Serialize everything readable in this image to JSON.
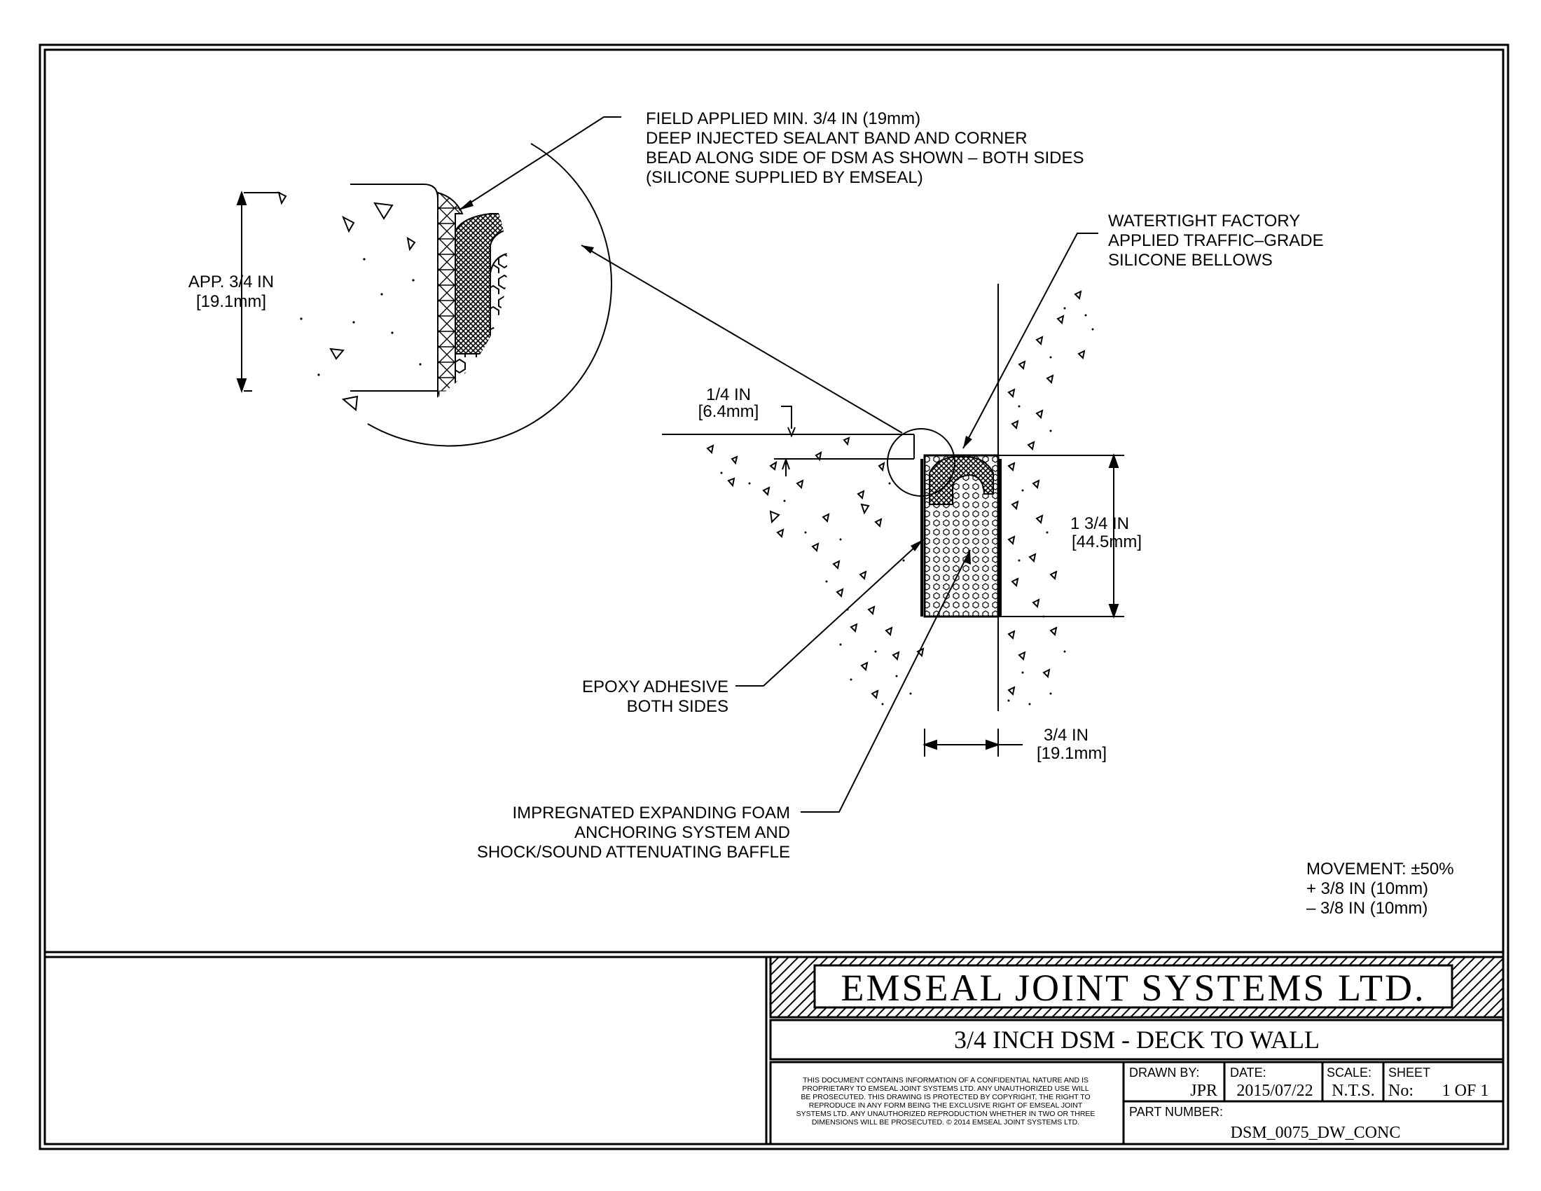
{
  "title_block": {
    "company": "EMSEAL JOINT SYSTEMS LTD.",
    "drawing_title": "3/4 INCH DSM - DECK TO WALL",
    "legal_notice": [
      "THIS DOCUMENT CONTAINS INFORMATION OF A CONFIDENTIAL NATURE AND IS",
      "PROPRIETARY TO EMSEAL JOINT SYSTEMS LTD. ANY UNAUTHORIZED USE WILL",
      "BE PROSECUTED. THIS DRAWING IS PROTECTED BY COPYRIGHT, THE RIGHT TO",
      "REPRODUCE IN ANY FORM BEING THE EXCLUSIVE RIGHT OF EMSEAL JOINT",
      "SYSTEMS LTD. ANY UNAUTHORIZED REPRODUCTION WHETHER IN TWO OR THREE",
      "DIMENSIONS WILL BE PROSECUTED. © 2014 EMSEAL JOINT SYSTEMS LTD."
    ],
    "drawn_by_label": "DRAWN BY:",
    "drawn_by": "JPR",
    "date_label": "DATE:",
    "date": "2015/07/22",
    "scale_label": "SCALE:",
    "scale": "N.T.S.",
    "sheet_label": "SHEET",
    "sheet_no_label": "No:",
    "sheet_no": "1 OF 1",
    "part_number_label": "PART NUMBER:",
    "part_number": "DSM_0075_DW_CONC"
  },
  "callouts": {
    "field_applied": [
      "FIELD APPLIED MIN. 3/4 IN (19mm)",
      "DEEP INJECTED SEALANT BAND AND CORNER",
      "BEAD ALONG SIDE OF DSM AS SHOWN – BOTH SIDES",
      "(SILICONE SUPPLIED BY EMSEAL)"
    ],
    "watertight": [
      "WATERTIGHT FACTORY",
      "APPLIED TRAFFIC–GRADE",
      "SILICONE BELLOWS"
    ],
    "epoxy": [
      "EPOXY ADHESIVE",
      "BOTH SIDES"
    ],
    "foam": [
      "IMPREGNATED EXPANDING FOAM",
      "ANCHORING SYSTEM AND",
      "SHOCK/SOUND ATTENUATING BAFFLE"
    ],
    "movement": [
      "MOVEMENT: ±50%",
      "+ 3/8 IN (10mm)",
      "– 3/8 IN (10mm)"
    ]
  },
  "dimensions": {
    "detail_height": [
      "APP. 3/4 IN",
      "[19.1mm]"
    ],
    "recess": [
      "1/4 IN",
      "[6.4mm]"
    ],
    "depth": [
      "1 3/4 IN",
      "[44.5mm]"
    ],
    "width": [
      "3/4 IN",
      "[19.1mm]"
    ]
  }
}
